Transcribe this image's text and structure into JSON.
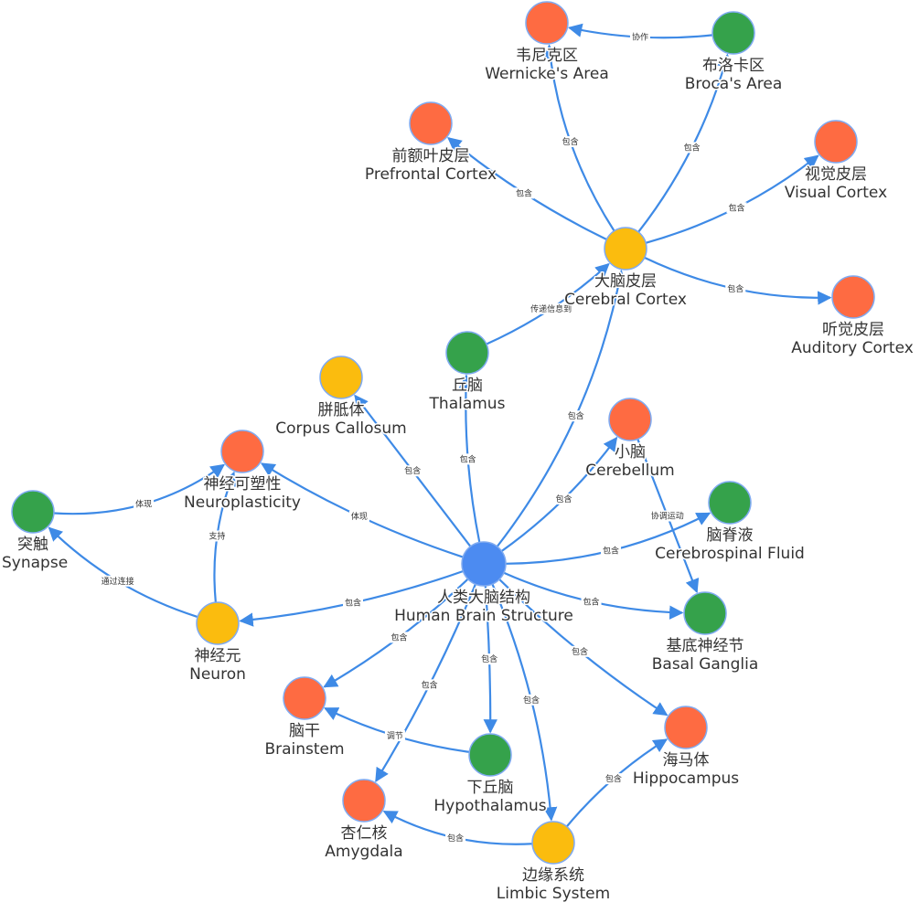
{
  "colors": {
    "edge": "#3e8ae6",
    "root": "#4c8bf1",
    "orange": "#fe6b42",
    "green": "#35a24b",
    "yellow": "#fbbc0e",
    "node_stroke": "#7faaf0"
  },
  "nodes": [
    {
      "id": "root",
      "zh": "人类大脑结构",
      "en": "Human Brain Structure",
      "color": "root"
    },
    {
      "id": "cortex",
      "zh": "大脑皮层",
      "en": "Cerebral Cortex",
      "color": "yellow"
    },
    {
      "id": "wernicke",
      "zh": "韦尼克区",
      "en": "Wernicke's Area",
      "color": "orange"
    },
    {
      "id": "broca",
      "zh": "布洛卡区",
      "en": "Broca's Area",
      "color": "green"
    },
    {
      "id": "prefrontal",
      "zh": "前额叶皮层",
      "en": "Prefrontal Cortex",
      "color": "orange"
    },
    {
      "id": "visual",
      "zh": "视觉皮层",
      "en": "Visual Cortex",
      "color": "orange"
    },
    {
      "id": "auditory",
      "zh": "听觉皮层",
      "en": "Auditory Cortex",
      "color": "orange"
    },
    {
      "id": "thalamus",
      "zh": "丘脑",
      "en": "Thalamus",
      "color": "green"
    },
    {
      "id": "corpus",
      "zh": "胼胝体",
      "en": "Corpus Callosum",
      "color": "yellow"
    },
    {
      "id": "cerebellum",
      "zh": "小脑",
      "en": "Cerebellum",
      "color": "orange"
    },
    {
      "id": "csf",
      "zh": "脑脊液",
      "en": "Cerebrospinal Fluid",
      "color": "green"
    },
    {
      "id": "basal",
      "zh": "基底神经节",
      "en": "Basal Ganglia",
      "color": "green"
    },
    {
      "id": "plasticity",
      "zh": "神经可塑性",
      "en": "Neuroplasticity",
      "color": "orange"
    },
    {
      "id": "synapse",
      "zh": "突触",
      "en": "Synapse",
      "color": "green"
    },
    {
      "id": "neuron",
      "zh": "神经元",
      "en": "Neuron",
      "color": "yellow"
    },
    {
      "id": "brainstem",
      "zh": "脑干",
      "en": "Brainstem",
      "color": "orange"
    },
    {
      "id": "hypothalamus",
      "zh": "下丘脑",
      "en": "Hypothalamus",
      "color": "green"
    },
    {
      "id": "hippocampus",
      "zh": "海马体",
      "en": "Hippocampus",
      "color": "orange"
    },
    {
      "id": "amygdala",
      "zh": "杏仁核",
      "en": "Amygdala",
      "color": "orange"
    },
    {
      "id": "limbic",
      "zh": "边缘系统",
      "en": "Limbic System",
      "color": "yellow"
    }
  ],
  "edges": [
    {
      "from": "root",
      "to": "cortex",
      "label": "包含"
    },
    {
      "from": "root",
      "to": "thalamus",
      "label": "包含"
    },
    {
      "from": "root",
      "to": "corpus",
      "label": "包含"
    },
    {
      "from": "root",
      "to": "cerebellum",
      "label": "包含"
    },
    {
      "from": "root",
      "to": "csf",
      "label": "包含"
    },
    {
      "from": "root",
      "to": "basal",
      "label": "包含"
    },
    {
      "from": "root",
      "to": "hippocampus",
      "label": "包含"
    },
    {
      "from": "root",
      "to": "limbic",
      "label": "包含"
    },
    {
      "from": "root",
      "to": "hypothalamus",
      "label": "包含"
    },
    {
      "from": "root",
      "to": "amygdala",
      "label": "包含"
    },
    {
      "from": "root",
      "to": "brainstem",
      "label": "包含"
    },
    {
      "from": "root",
      "to": "neuron",
      "label": "包含"
    },
    {
      "from": "root",
      "to": "plasticity",
      "label": "体现"
    },
    {
      "from": "cortex",
      "to": "wernicke",
      "label": "包含"
    },
    {
      "from": "cortex",
      "to": "broca",
      "label": "包含"
    },
    {
      "from": "cortex",
      "to": "prefrontal",
      "label": "包含"
    },
    {
      "from": "cortex",
      "to": "visual",
      "label": "包含"
    },
    {
      "from": "cortex",
      "to": "auditory",
      "label": "包含"
    },
    {
      "from": "broca",
      "to": "wernicke",
      "label": "协作"
    },
    {
      "from": "thalamus",
      "to": "cortex",
      "label": "传递信息到"
    },
    {
      "from": "cerebellum",
      "to": "basal",
      "label": "协调运动"
    },
    {
      "from": "synapse",
      "to": "plasticity",
      "label": "体现"
    },
    {
      "from": "neuron",
      "to": "plasticity",
      "label": "支持"
    },
    {
      "from": "neuron",
      "to": "synapse",
      "label": "通过连接"
    },
    {
      "from": "hypothalamus",
      "to": "brainstem",
      "label": "调节"
    },
    {
      "from": "limbic",
      "to": "hippocampus",
      "label": "包含"
    },
    {
      "from": "limbic",
      "to": "amygdala",
      "label": "包含"
    }
  ]
}
